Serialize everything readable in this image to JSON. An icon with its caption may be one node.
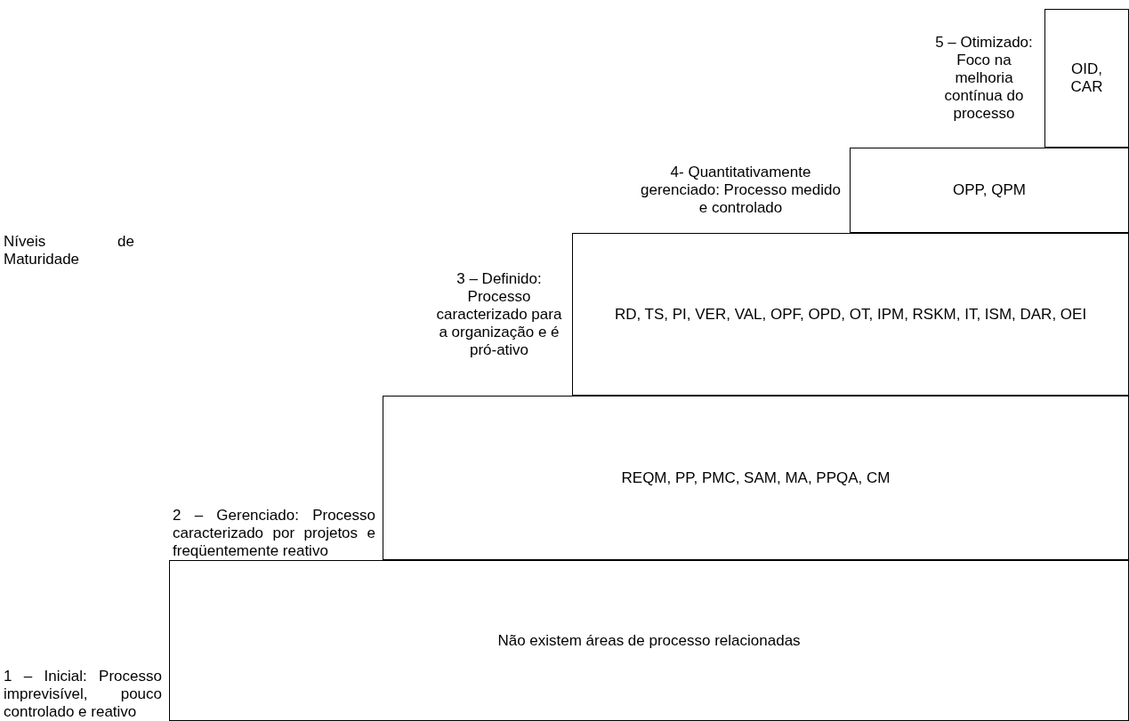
{
  "diagram": {
    "nodes": [
      {
        "text": [
          "OID, CAR"
        ],
        "beside": [
          "5 – Otimizado: Foco na melhoria contínua do processo"
        ]
      },
      {
        "text": [
          "OPP, QPM"
        ],
        "beside": [
          "4- Quantitativamente gerenciado: Processo medido e controlado"
        ]
      },
      {
        "text": [
          "RD, TS, PI, VER, VAL, OPF, OPD, OT, IPM, RSKM, IT, ISM, DAR, OEI"
        ],
        "beside": [
          "3 – Definido: Processo caracterizado para a organização e é pró-ativo"
        ]
      },
      {
        "text": [
          "REQM, PP, PMC, SAM, MA, PPQA, CM"
        ],
        "beside": [
          "2 – Gerenciado: Processo caracterizado por projetos e freqüentemente reativo"
        ]
      },
      {
        "text": [
          "Não existem áreas de processo relacionadas"
        ],
        "beside": [
          "1 – Inicial: Processo imprevisível, pouco controlado e reativo"
        ]
      }
    ],
    "edges": [],
    "labels": [
      "Níveis de Maturidade"
    ]
  }
}
